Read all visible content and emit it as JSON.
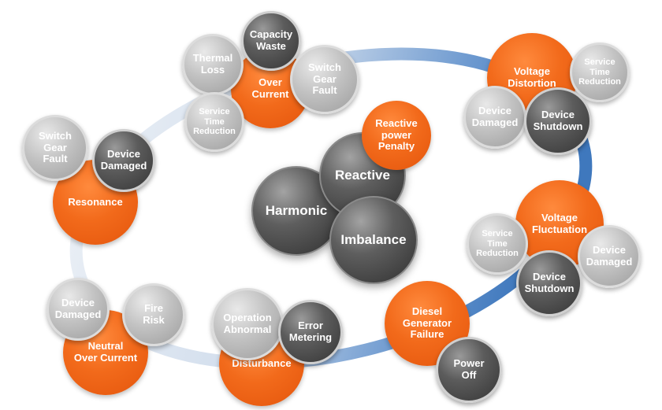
{
  "diagram": {
    "colors": {
      "accent_orange": "#f26a1b",
      "dark_gray": "#4a4a4a",
      "light_gray": "#b8b8b8",
      "ring_light": "#e3eaf3",
      "ring_dark": "#3f78bd"
    },
    "center": {
      "harmonic": "Harmonic",
      "reactive": "Reactive",
      "imbalance": "Imbalance",
      "reactive_penalty": "Reactive\npower\nPenalty"
    },
    "over_current": {
      "main": "Over\nCurrent",
      "thermal_loss": "Thermal\nLoss",
      "capacity_waste": "Capacity\nWaste",
      "switch_gear_fault": "Switch\nGear\nFault",
      "service_time_reduction": "Service\nTime\nReduction"
    },
    "voltage_distortion": {
      "main": "Voltage\nDistortion",
      "service_time_reduction": "Service\nTime\nReduction",
      "device_damaged": "Device\nDamaged",
      "device_shutdown": "Device\nShutdown"
    },
    "resonance": {
      "main": "Resonance",
      "switch_gear_fault": "Switch\nGear\nFault",
      "device_damaged": "Device\nDamaged"
    },
    "voltage_fluctuation": {
      "main": "Voltage\nFluctuation",
      "service_time_reduction": "Service\nTime\nReduction",
      "device_damaged": "Device\nDamaged",
      "device_shutdown": "Device\nShutdown"
    },
    "neutral_over_current": {
      "main": "Neutral\nOver Current",
      "device_damaged": "Device\nDamaged",
      "fire_risk": "Fire\nRisk"
    },
    "disturbance": {
      "main": "Disturbance",
      "operation_abnormal": "Operation\nAbnormal",
      "error_metering": "Error\nMetering"
    },
    "diesel_generator": {
      "main": "Diesel\nGenerator\nFailure",
      "power_off": "Power\nOff"
    }
  }
}
